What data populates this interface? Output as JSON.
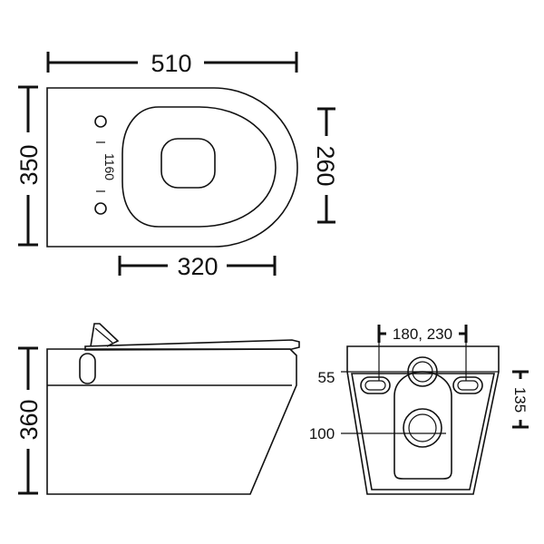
{
  "top_view": {
    "width_label": "510",
    "depth_label": "350",
    "seat_width_label": "260",
    "rear_span_label": "320",
    "fixing_holes_label": "1160"
  },
  "side_view": {
    "height_label": "360"
  },
  "rear_view": {
    "inlet_spacing_label": "180, 230",
    "inlet_diameter_label": "55",
    "waste_diameter_label": "100",
    "waste_height_label": "135"
  },
  "colors": {
    "line": "#111111",
    "background": "#ffffff"
  }
}
